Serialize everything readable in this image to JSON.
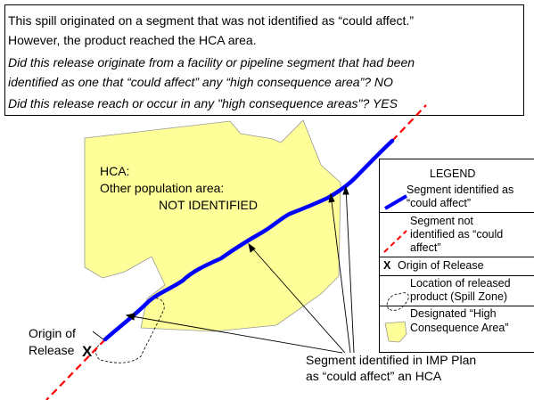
{
  "info": {
    "line1": "This spill originated on a segment that was not identified as “could affect.”",
    "line2": "However, the product reached the HCA area.",
    "q1a": "Did this release originate from a facility or pipeline segment that had been",
    "q1b": "identified as one that “could affect” any “high consequence area”?  NO",
    "q2": "Did this release reach or occur in any \"high consequence areas\"?  YES"
  },
  "hca": {
    "label": "HCA:",
    "population_label": "Other population area:",
    "status": "NOT IDENTIFIED"
  },
  "origin": {
    "label_line1": "Origin of",
    "label_line2": "Release",
    "marker": "X"
  },
  "segment_note": {
    "line1": "Segment identified in IMP Plan",
    "line2": "as “could affect” an HCA"
  },
  "legend": {
    "title": "LEGEND",
    "items": [
      {
        "lines": [
          "Segment identified as",
          "“could affect”"
        ],
        "symbol": "blue-solid-line",
        "color": "#0000ff"
      },
      {
        "lines": [
          "Segment not",
          "identified as “could",
          "affect”"
        ],
        "symbol": "red-dashed-line",
        "color": "#ff0000"
      },
      {
        "lines": [
          "Origin of Release"
        ],
        "symbol": "x-marker"
      },
      {
        "lines": [
          "Location of released",
          "product (Spill Zone)"
        ],
        "symbol": "dashed-outline"
      },
      {
        "lines": [
          "Designated “High",
          "Consequence Area”"
        ],
        "symbol": "yellow-shape",
        "color": "#ffff99"
      }
    ]
  }
}
